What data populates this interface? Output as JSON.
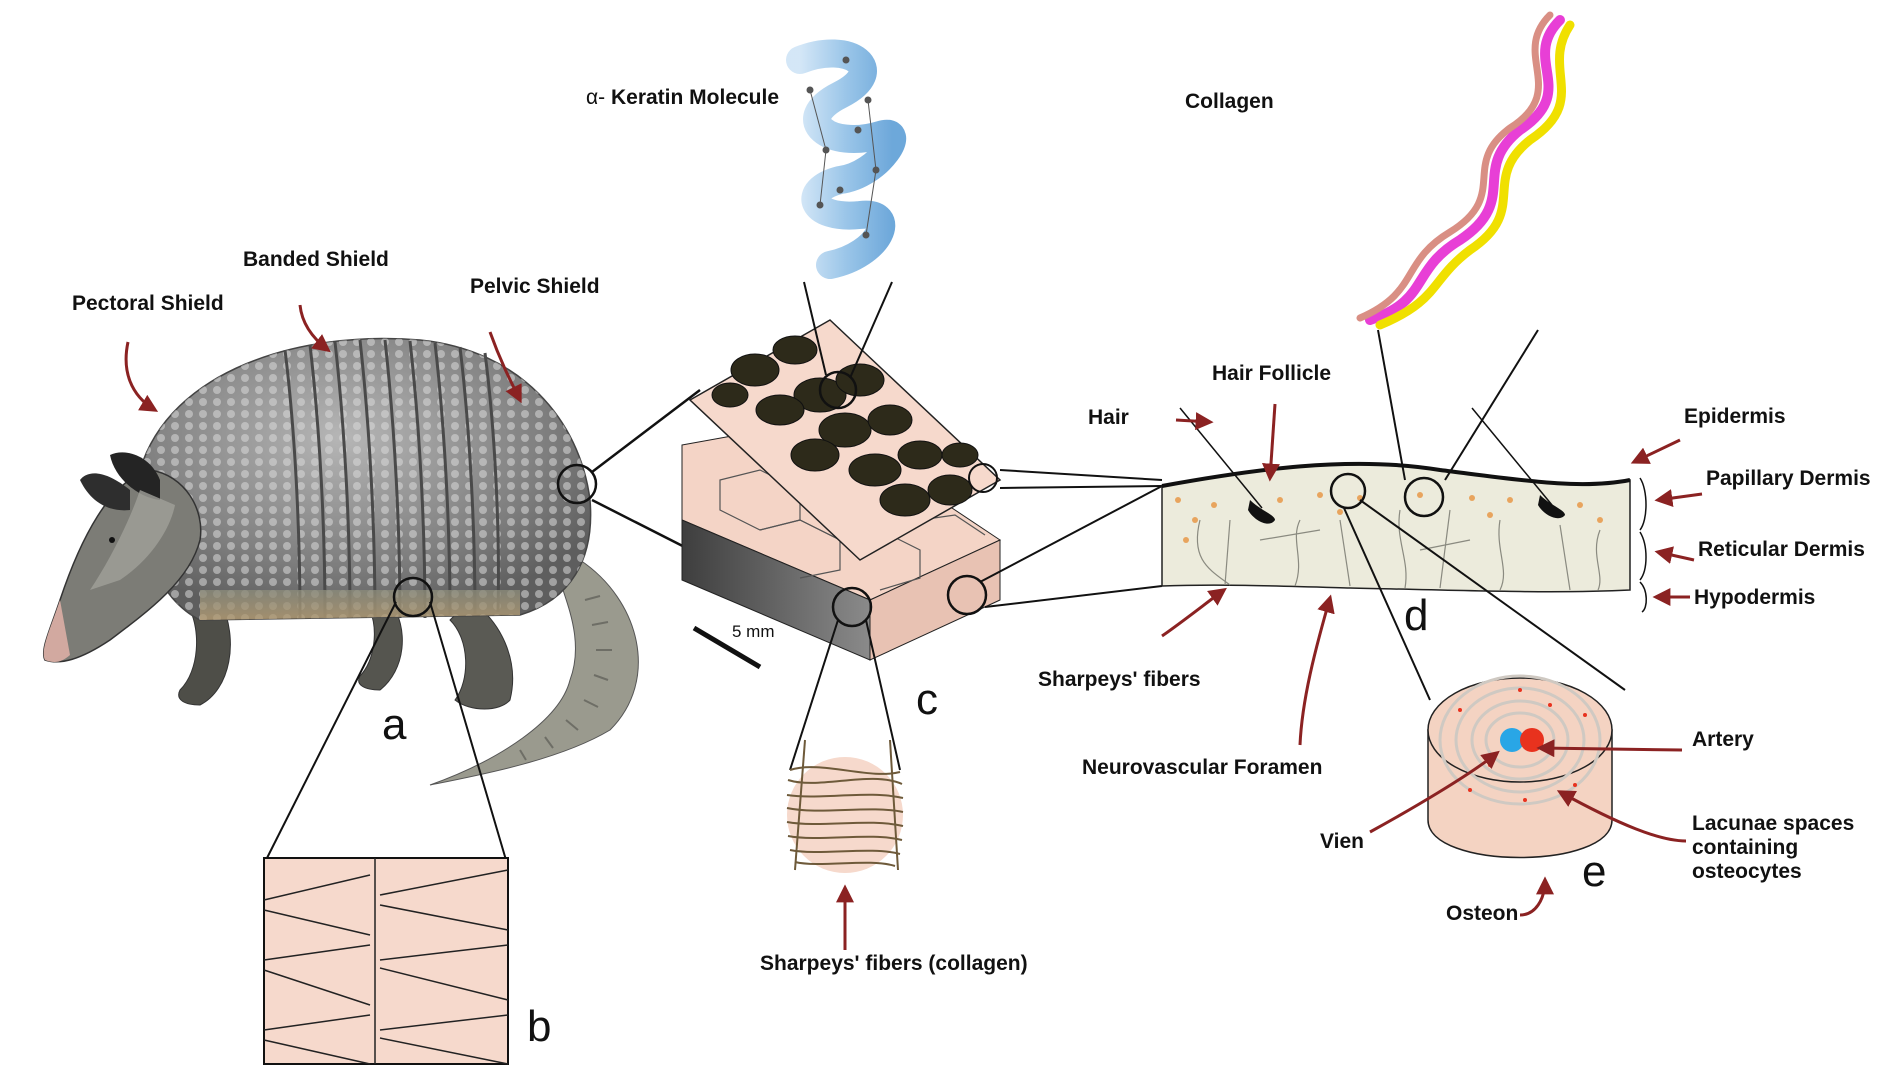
{
  "figure": {
    "colors": {
      "skin": "#f6d9cc",
      "arrow": "#8b2222",
      "osteon_core": "#f4d3c2",
      "dermis": "#ecebdc",
      "keratin_helix": "#8fbfe6",
      "collagen_a": "#e83fd6",
      "collagen_b": "#f0e000",
      "collagen_c": "#d98f84",
      "armadillo_shell": "#8c8c8c",
      "artery": "#e8321e",
      "vein": "#29a6e6"
    },
    "labels": {
      "pectoral_shield": "Pectoral Shield",
      "banded_shield": "Banded Shield",
      "pelvic_shield": "Pelvic Shield",
      "keratin_prefix": "α-",
      "keratin_molecule": "Keratin Molecule",
      "collagen": "Collagen",
      "hair": "Hair",
      "hair_follicle": "Hair Follicle",
      "epidermis": "Epidermis",
      "papillary_dermis": "Papillary Dermis",
      "reticular_dermis": "Reticular Dermis",
      "hypodermis": "Hypodermis",
      "sharpeys_fibers": "Sharpeys' fibers",
      "neurovascular_foramen": "Neurovascular Foramen",
      "artery": "Artery",
      "vien": "Vien",
      "lacunae": "Lacunae spaces containing osteocytes",
      "osteon": "Osteon",
      "sharpeys_fibers_collagen": "Sharpeys' fibers (collagen)",
      "scale_bar": "5 mm"
    },
    "panels": {
      "a": "a",
      "b": "b",
      "c": "c",
      "d": "d",
      "e": "e"
    }
  }
}
